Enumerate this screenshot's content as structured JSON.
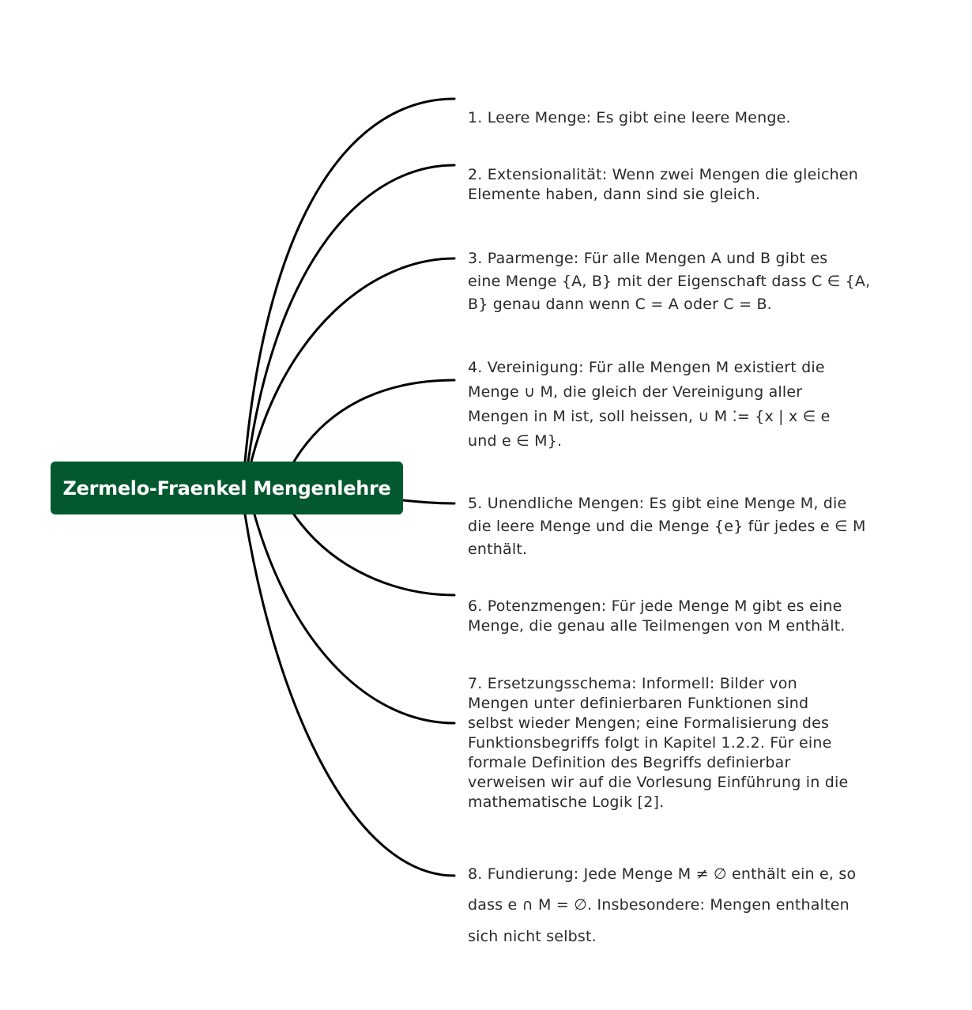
{
  "colors": {
    "central_bg": "#02582F",
    "central_text": "#FFFFFF",
    "connector": "#000000",
    "branch_text": "#2A2A2A"
  },
  "central": {
    "label": "Zermelo-Fraenkel Mengenlehre"
  },
  "branches": [
    {
      "text": "1. Leere Menge: Es gibt eine leere Menge."
    },
    {
      "text": "2. Extensionalität: Wenn zwei Mengen die gleichen\nElemente haben, dann sind sie gleich."
    },
    {
      "text": "3. Paarmenge: Für alle Mengen A und B gibt es\neine Menge {A, B} mit der Eigenschaft dass C ∈ {A,\nB} genau dann wenn C = A oder C = B."
    },
    {
      "text": "4. Vereinigung: Für alle Mengen M existiert die\nMenge ∪ M, die gleich der Vereinigung aller\nMengen in M ist, soll heissen, ∪ M ⁚= {x | x ∈ e\nund e ∈ M}."
    },
    {
      "text": "5. Unendliche Mengen: Es gibt eine Menge M, die\ndie leere Menge und die Menge {e} für jedes e ∈ M\nenthält."
    },
    {
      "text": "6. Potenzmengen: Für jede Menge M gibt es eine\nMenge, die genau alle Teilmengen von M enthält."
    },
    {
      "text": "7. Ersetzungsschema: Informell: Bilder von\nMengen unter definierbaren Funktionen sind\nselbst wieder Mengen; eine Formalisierung des\nFunktionsbegriffs folgt in Kapitel 1.2.2. Für eine\nformale Definition des Begriffs definierbar\nverweisen wir auf die Vorlesung Einführung in die\nmathematische Logik [2]."
    },
    {
      "text": "8. Fundierung: Jede Menge M ≠ ∅ enthält ein e, so\ndass e ∩ M = ∅. Insbesondere: Mengen enthalten\nsich nicht selbst."
    }
  ]
}
